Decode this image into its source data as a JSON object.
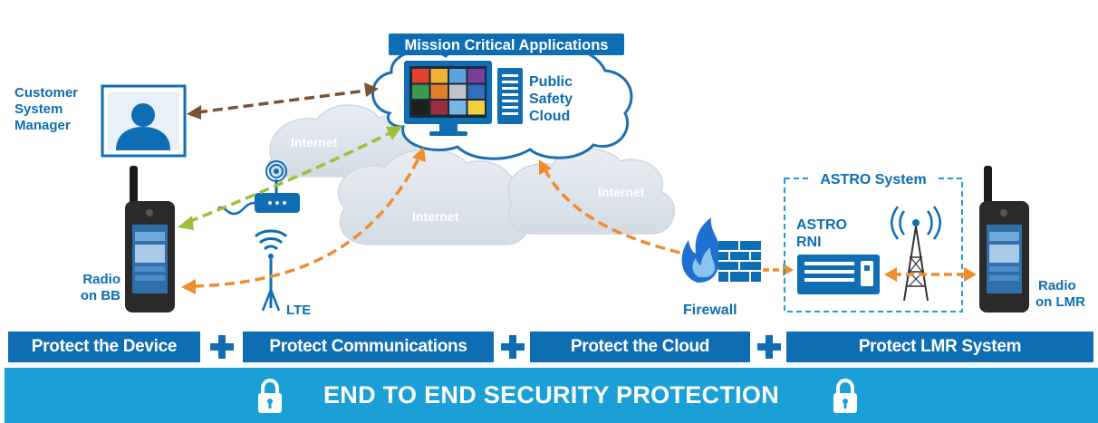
{
  "cloud_title": "Mission Critical Applications",
  "public_safety_cloud": [
    "Public",
    "Safety",
    "Cloud"
  ],
  "internet_label": "Internet",
  "customer_system_manager": [
    "Customer",
    "System",
    "Manager"
  ],
  "radio_bb": [
    "Radio",
    "on BB"
  ],
  "lte_label": "LTE",
  "firewall_label": "Firewall",
  "astro_system_label": "ASTRO System",
  "astro_rni": [
    "ASTRO",
    "RNI"
  ],
  "radio_lmr": [
    "Radio",
    "on LMR"
  ],
  "pillars": [
    "Protect the Device",
    "Protect Communications",
    "Protect the Cloud",
    "Protect LMR System"
  ],
  "banner": "END TO END SECURITY PROTECTION",
  "colors": {
    "brand_blue": "#0e6db3",
    "banner_blue": "#1a9fd6",
    "cloud_fill": "#dde4ec",
    "arrow_orange": "#f08c2e",
    "arrow_green": "#9cbf3a",
    "arrow_brown": "#7a5236"
  },
  "icons": [
    "monitor-icon",
    "server-icon",
    "person-icon",
    "radio-icon",
    "router-icon",
    "lte-tower-icon",
    "fire-icon",
    "firewall-brick-icon",
    "rni-rack-icon",
    "radio-tower-icon",
    "lock-icon",
    "plus-icon"
  ]
}
